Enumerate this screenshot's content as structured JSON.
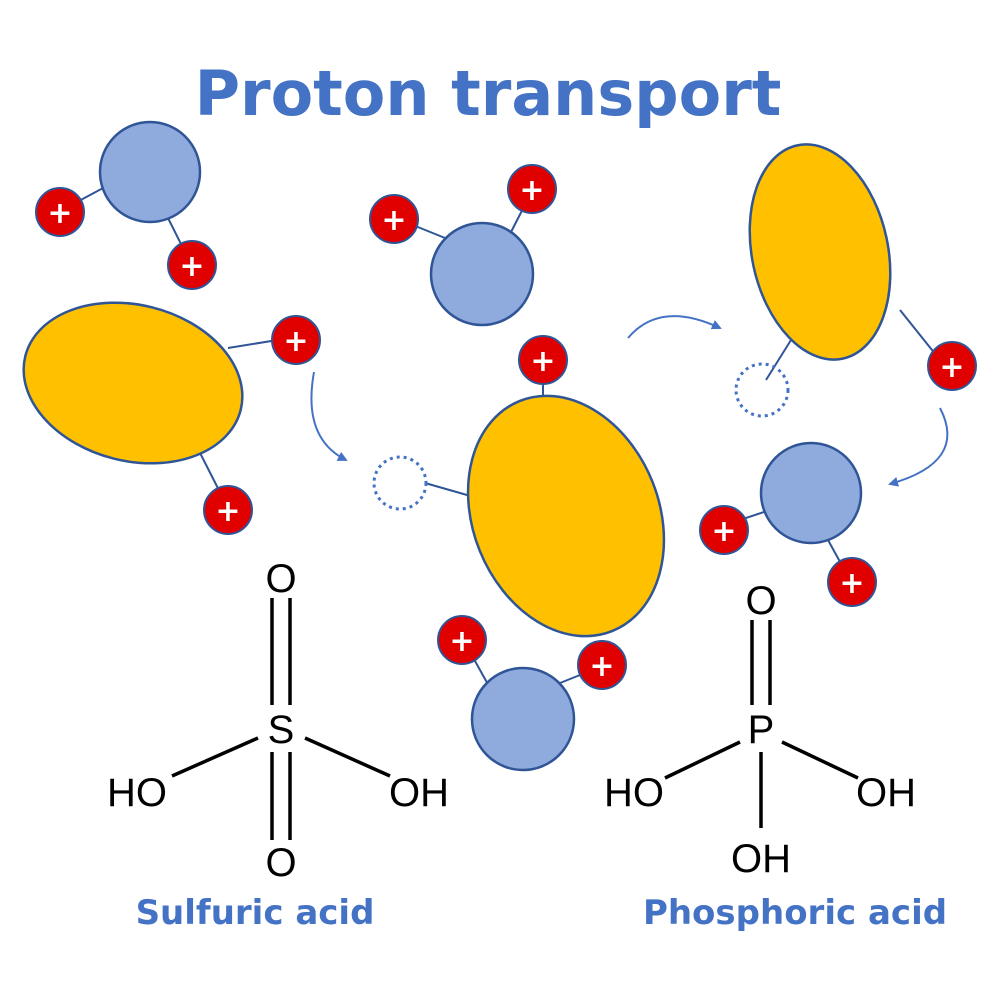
{
  "title": "Proton transport",
  "colors": {
    "title": "#4472C4",
    "water": "#8FAADC",
    "acid": "#FFC000",
    "outline": "#2F5597",
    "proton": "#E00000",
    "arrow": "#4472C4",
    "bond": "#000000"
  },
  "proton_symbol": "+",
  "sulfuric": {
    "caption": "Sulfuric acid",
    "center_atom": "S",
    "top_oxygen": "O",
    "bottom_oxygen": "O",
    "left_group": "HO",
    "right_group": "OH"
  },
  "phosphoric": {
    "caption": "Phosphoric acid",
    "center_atom": "P",
    "top_oxygen": "O",
    "left_group": "HO",
    "right_group": "OH",
    "bottom_group": "OH"
  }
}
